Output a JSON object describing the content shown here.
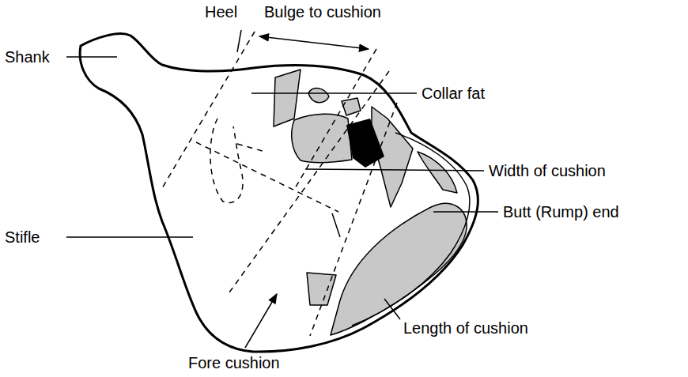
{
  "diagram": {
    "labels": [
      "Heel",
      "Bulge to cushion",
      "Shank",
      "Collar fat",
      "Width of cushion",
      "Butt (Rump) end",
      "Stifle",
      "Length of cushion",
      "Fore cushion"
    ]
  }
}
